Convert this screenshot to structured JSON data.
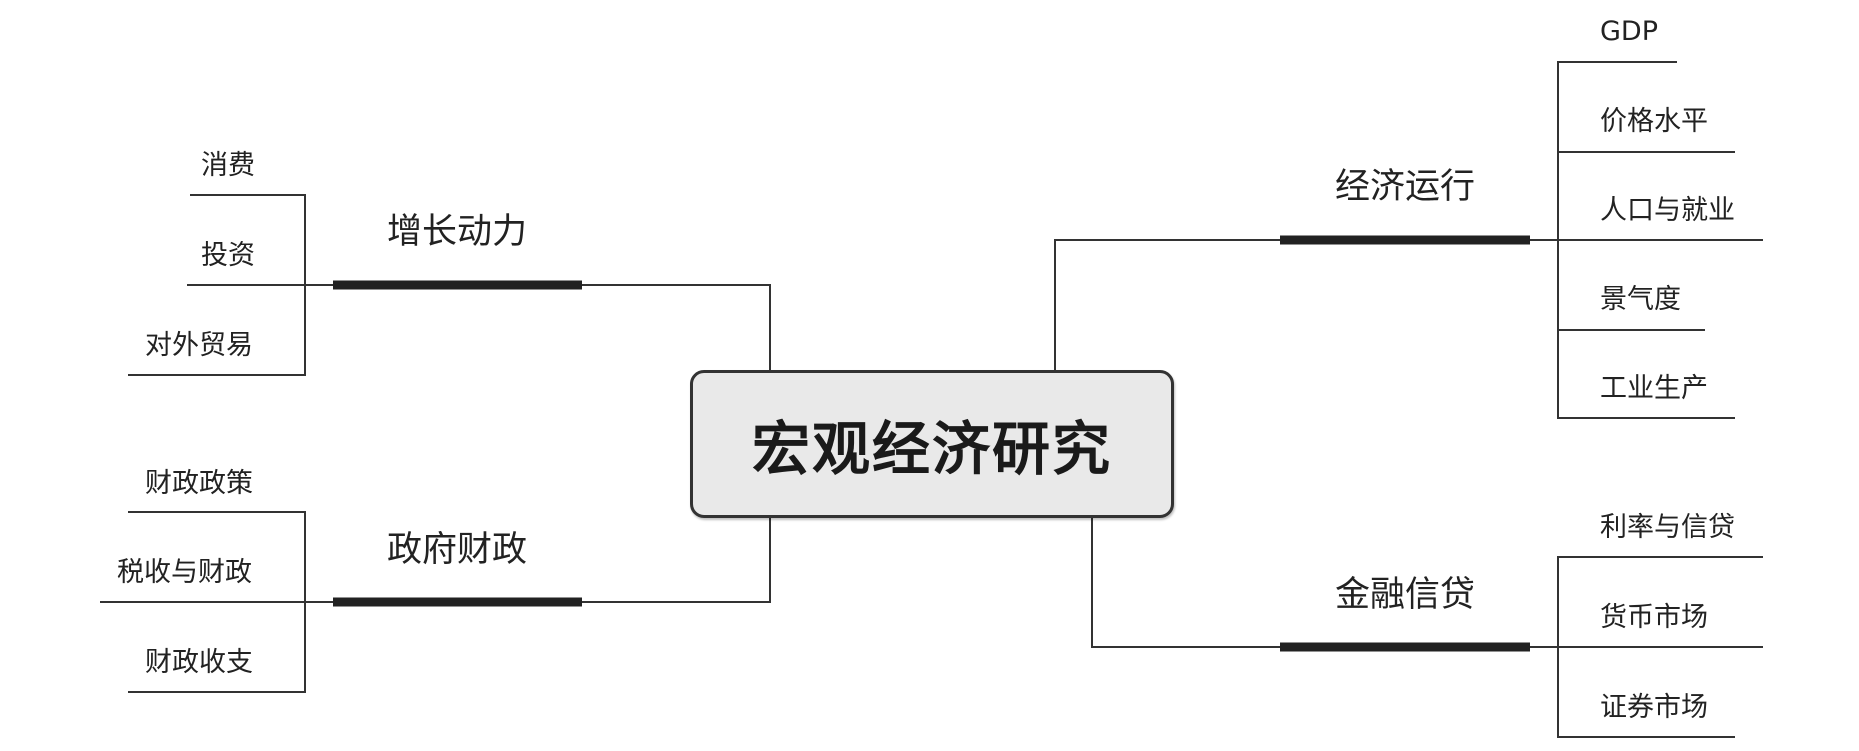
{
  "center": {
    "label": "宏观经济研究"
  },
  "branches": {
    "growth": {
      "label": "增长动力",
      "leaves": [
        "消费",
        "投资",
        "对外贸易"
      ]
    },
    "fiscal": {
      "label": "政府财政",
      "leaves": [
        "财政政策",
        "税收与财政",
        "财政收支"
      ]
    },
    "economy": {
      "label": "经济运行",
      "leaves": [
        "GDP",
        "价格水平",
        "人口与就业",
        "景气度",
        "工业生产"
      ]
    },
    "finance": {
      "label": "金融信贷",
      "leaves": [
        "利率与信贷",
        "货币市场",
        "证券市场"
      ]
    }
  },
  "colors": {
    "line": "#333333",
    "branch_bar": "#222222",
    "center_fill": "#e9e9e9"
  }
}
